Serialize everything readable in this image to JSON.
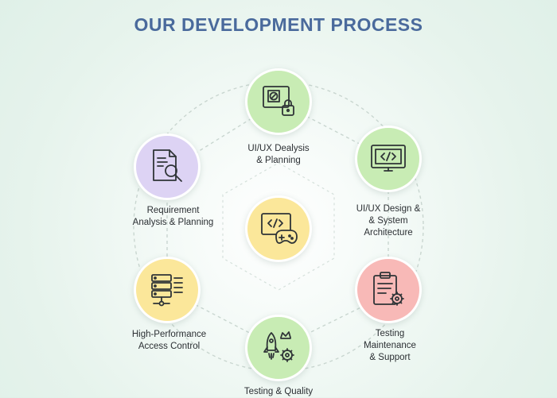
{
  "title": "OUR DEVELOPMENT PROCESS",
  "colors": {
    "title": "#4a6a9c",
    "icon_stroke": "#2f3437",
    "connector": "#c9d6d0",
    "center": "#fbe79a",
    "uiux_planning": "#c8ecb4",
    "system_architecture": "#c8ecb4",
    "requirement_analysis": "#ddd3f4",
    "testing_support": "#f8b9b7",
    "access_control": "#fbe79a",
    "testing_quality": "#c8ecb4"
  },
  "nodes": {
    "center": {
      "icon": "code-gamepad-icon"
    },
    "uiux_planning": {
      "icon": "design-lock-icon",
      "label": "UI/UX Dealysis\n& Planning"
    },
    "system_architecture": {
      "icon": "code-monitor-icon",
      "label": "UI/UX Design &\n& System\nArchitecture"
    },
    "requirement_analysis": {
      "icon": "document-search-icon",
      "label": "Requirement\nAnalysis & Planning"
    },
    "testing_support": {
      "icon": "clipboard-gear-icon",
      "label": "Testing\nMaintenance\n& Support"
    },
    "access_control": {
      "icon": "server-list-icon",
      "label": "High-Performance\nAccess Control"
    },
    "testing_quality": {
      "icon": "rocket-crown-gear-icon",
      "label": "Testing & Quality"
    }
  }
}
